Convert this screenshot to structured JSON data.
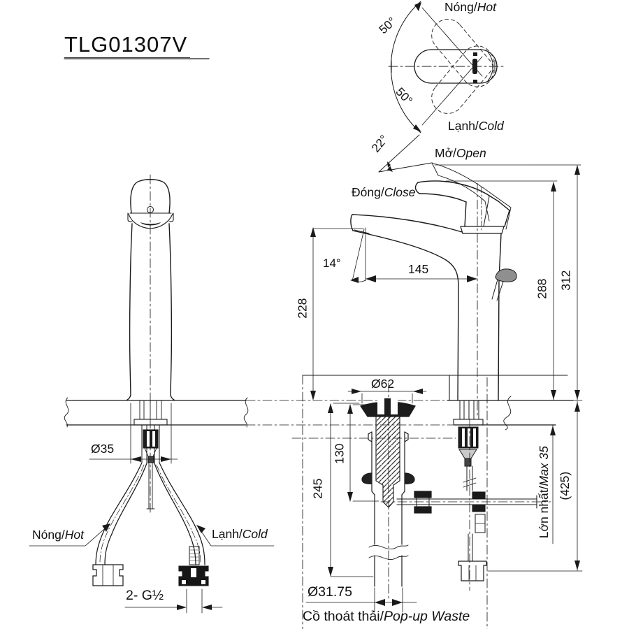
{
  "labels": {
    "model": "TLG01307V",
    "hot_vi": "Nóng/",
    "hot_en": "Hot",
    "cold_vi": "Lạnh/",
    "cold_en": "Cold",
    "open_vi": "Mở/",
    "open_en": "Open",
    "close_vi": "Đóng/",
    "close_en": "Close",
    "max_vi": "Lớn nhất/",
    "max_en": "Max 35",
    "waste_vi": "Cồ thoát thải/",
    "waste_en": "Pop-up Waste"
  },
  "dimensions": {
    "handle_swing_upper": "50°",
    "handle_swing_lower": "50°",
    "lever_open_angle": "22°",
    "spout_tilt": "14°",
    "spout_reach": "145",
    "spout_height": "228",
    "height_closed": "288",
    "height_open": "312",
    "below_counter_total": "(425)",
    "deck_hole": "Ø35",
    "flange": "Ø62",
    "rod_depth": "130",
    "waste_length": "245",
    "waste_pipe": "Ø31.75",
    "supply_thread": "2- G½"
  }
}
